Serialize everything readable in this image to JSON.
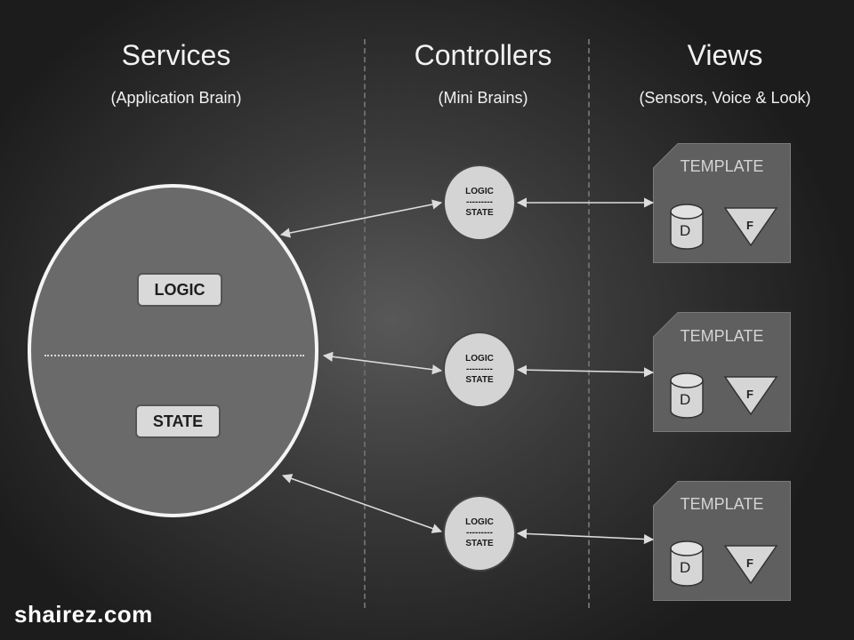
{
  "columns": [
    {
      "title": "Services",
      "subtitle": "(Application Brain)"
    },
    {
      "title": "Controllers",
      "subtitle": "(Mini Brains)"
    },
    {
      "title": "Views",
      "subtitle": "(Sensors, Voice & Look)"
    }
  ],
  "service": {
    "logic_label": "LOGIC",
    "state_label": "STATE"
  },
  "controllers": [
    {
      "logic": "LOGIC",
      "sep": "---------",
      "state": "STATE"
    },
    {
      "logic": "LOGIC",
      "sep": "---------",
      "state": "STATE"
    },
    {
      "logic": "LOGIC",
      "sep": "---------",
      "state": "STATE"
    }
  ],
  "templates": [
    {
      "title": "TEMPLATE",
      "data_label": "D",
      "filter_label": "F"
    },
    {
      "title": "TEMPLATE",
      "data_label": "D",
      "filter_label": "F"
    },
    {
      "title": "TEMPLATE",
      "data_label": "D",
      "filter_label": "F"
    }
  ],
  "watermark": "shairez.com",
  "colors": {
    "background": "#2b2b2b",
    "brain_fill": "#6a6a6a",
    "controller_fill": "#d4d4d4",
    "template_fill": "#5f5f5f",
    "arrow": "#d8d8d8"
  }
}
